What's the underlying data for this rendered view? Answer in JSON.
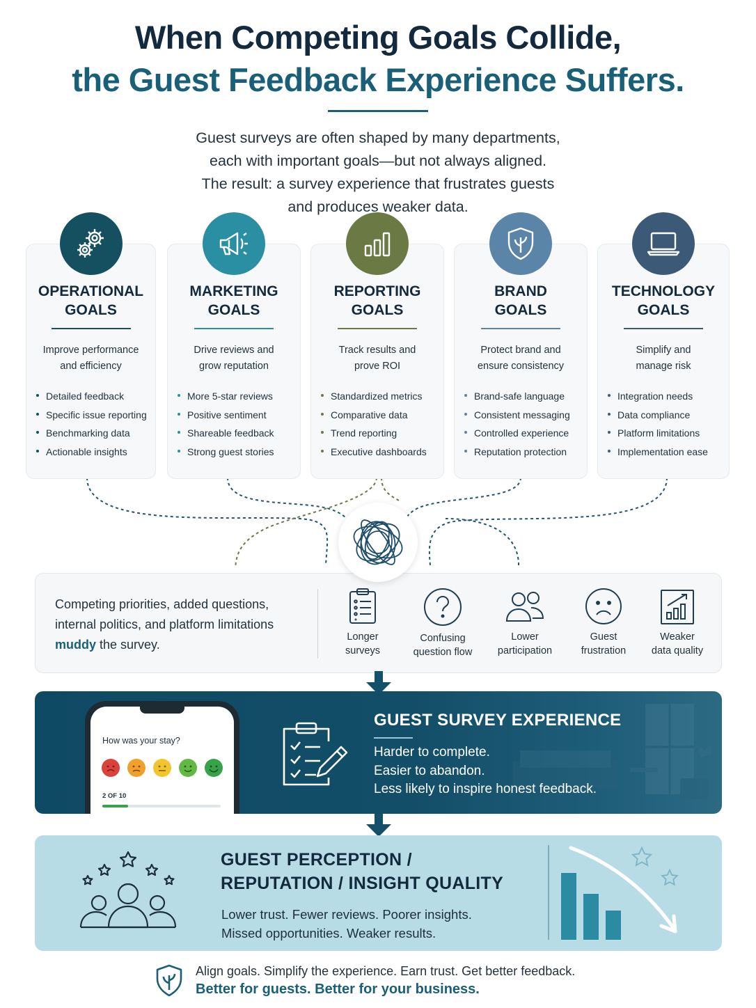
{
  "header": {
    "title_line1": "When Competing Goals Collide,",
    "title_line2": "the Guest Feedback Experience Suffers."
  },
  "intro": {
    "line1": "Guest surveys are often shaped by many departments,",
    "line2": "each with important goals—but not always aligned.",
    "line3": "The result: a survey experience that frustrates guests",
    "line4": "and produces weaker data."
  },
  "goals": [
    {
      "title_line1": "OPERATIONAL",
      "title_line2": "GOALS",
      "subtitle_line1": "Improve performance",
      "subtitle_line2": "and efficiency",
      "items": [
        "Detailed feedback",
        "Specific issue reporting",
        "Benchmarking data",
        "Actionable insights"
      ],
      "icon": "gears-icon",
      "color": "#14505f"
    },
    {
      "title_line1": "MARKETING",
      "title_line2": "GOALS",
      "subtitle_line1": "Drive reviews and",
      "subtitle_line2": "grow reputation",
      "items": [
        "More 5-star reviews",
        "Positive sentiment",
        "Shareable feedback",
        "Strong guest stories"
      ],
      "icon": "megaphone-icon",
      "color": "#2a8fa3"
    },
    {
      "title_line1": "REPORTING",
      "title_line2": "GOALS",
      "subtitle_line1": "Track results and",
      "subtitle_line2": "prove ROI",
      "items": [
        "Standardized metrics",
        "Comparative data",
        "Trend reporting",
        "Executive dashboards"
      ],
      "icon": "bar-chart-icon",
      "color": "#6b7a45"
    },
    {
      "title_line1": "BRAND",
      "title_line2": "GOALS",
      "subtitle_line1": "Protect brand and",
      "subtitle_line2": "ensure consistency",
      "items": [
        "Brand-safe language",
        "Consistent messaging",
        "Controlled experience",
        "Reputation protection"
      ],
      "icon": "shield-leaf-icon",
      "color": "#5a84a8"
    },
    {
      "title_line1": "TECHNOLOGY",
      "title_line2": "GOALS",
      "subtitle_line1": "Simplify and",
      "subtitle_line2": "manage risk",
      "items": [
        "Integration needs",
        "Data compliance",
        "Platform limitations",
        "Implementation ease"
      ],
      "icon": "laptop-icon",
      "color": "#3c5a78"
    }
  ],
  "muddy": {
    "line1": "Competing priorities, added questions,",
    "line2": "internal politics, and platform limitations",
    "emphasis": "muddy",
    "line3_rest": " the survey."
  },
  "issues": [
    {
      "line1": "Longer",
      "line2": "surveys",
      "icon": "checklist-icon"
    },
    {
      "line1": "Confusing",
      "line2": "question flow",
      "icon": "question-icon"
    },
    {
      "line1": "Lower",
      "line2": "participation",
      "icon": "people-icon"
    },
    {
      "line1": "Guest",
      "line2": "frustration",
      "icon": "sad-face-icon"
    },
    {
      "line1": "Weaker",
      "line2": "data quality",
      "icon": "declining-chart-icon"
    }
  ],
  "survey_experience": {
    "heading": "GUEST SURVEY EXPERIENCE",
    "line1": "Harder to complete.",
    "line2": "Easier to abandon.",
    "line3": "Less likely to inspire honest feedback.",
    "phone_question": "How was your stay?",
    "phone_progress": "2 OF 10",
    "progress_fraction": 0.22,
    "rating_colors": [
      "#d9433b",
      "#f0a02c",
      "#f3c52d",
      "#62b845",
      "#36a24a"
    ]
  },
  "perception": {
    "heading_line1": "GUEST PERCEPTION /",
    "heading_line2": "REPUTATION / INSIGHT QUALITY",
    "line1": "Lower trust. Fewer reviews. Poorer insights.",
    "line2": "Missed opportunities. Weaker results."
  },
  "footer": {
    "line1": "Align goals. Simplify the experience. Earn trust. Get better feedback.",
    "line2": "Better for guests. Better for your business."
  },
  "colors": {
    "primary_dark": "#13293d",
    "accent_teal": "#1a5f78",
    "band_dark": "#0f4a64",
    "band_light": "#b7dce6"
  }
}
